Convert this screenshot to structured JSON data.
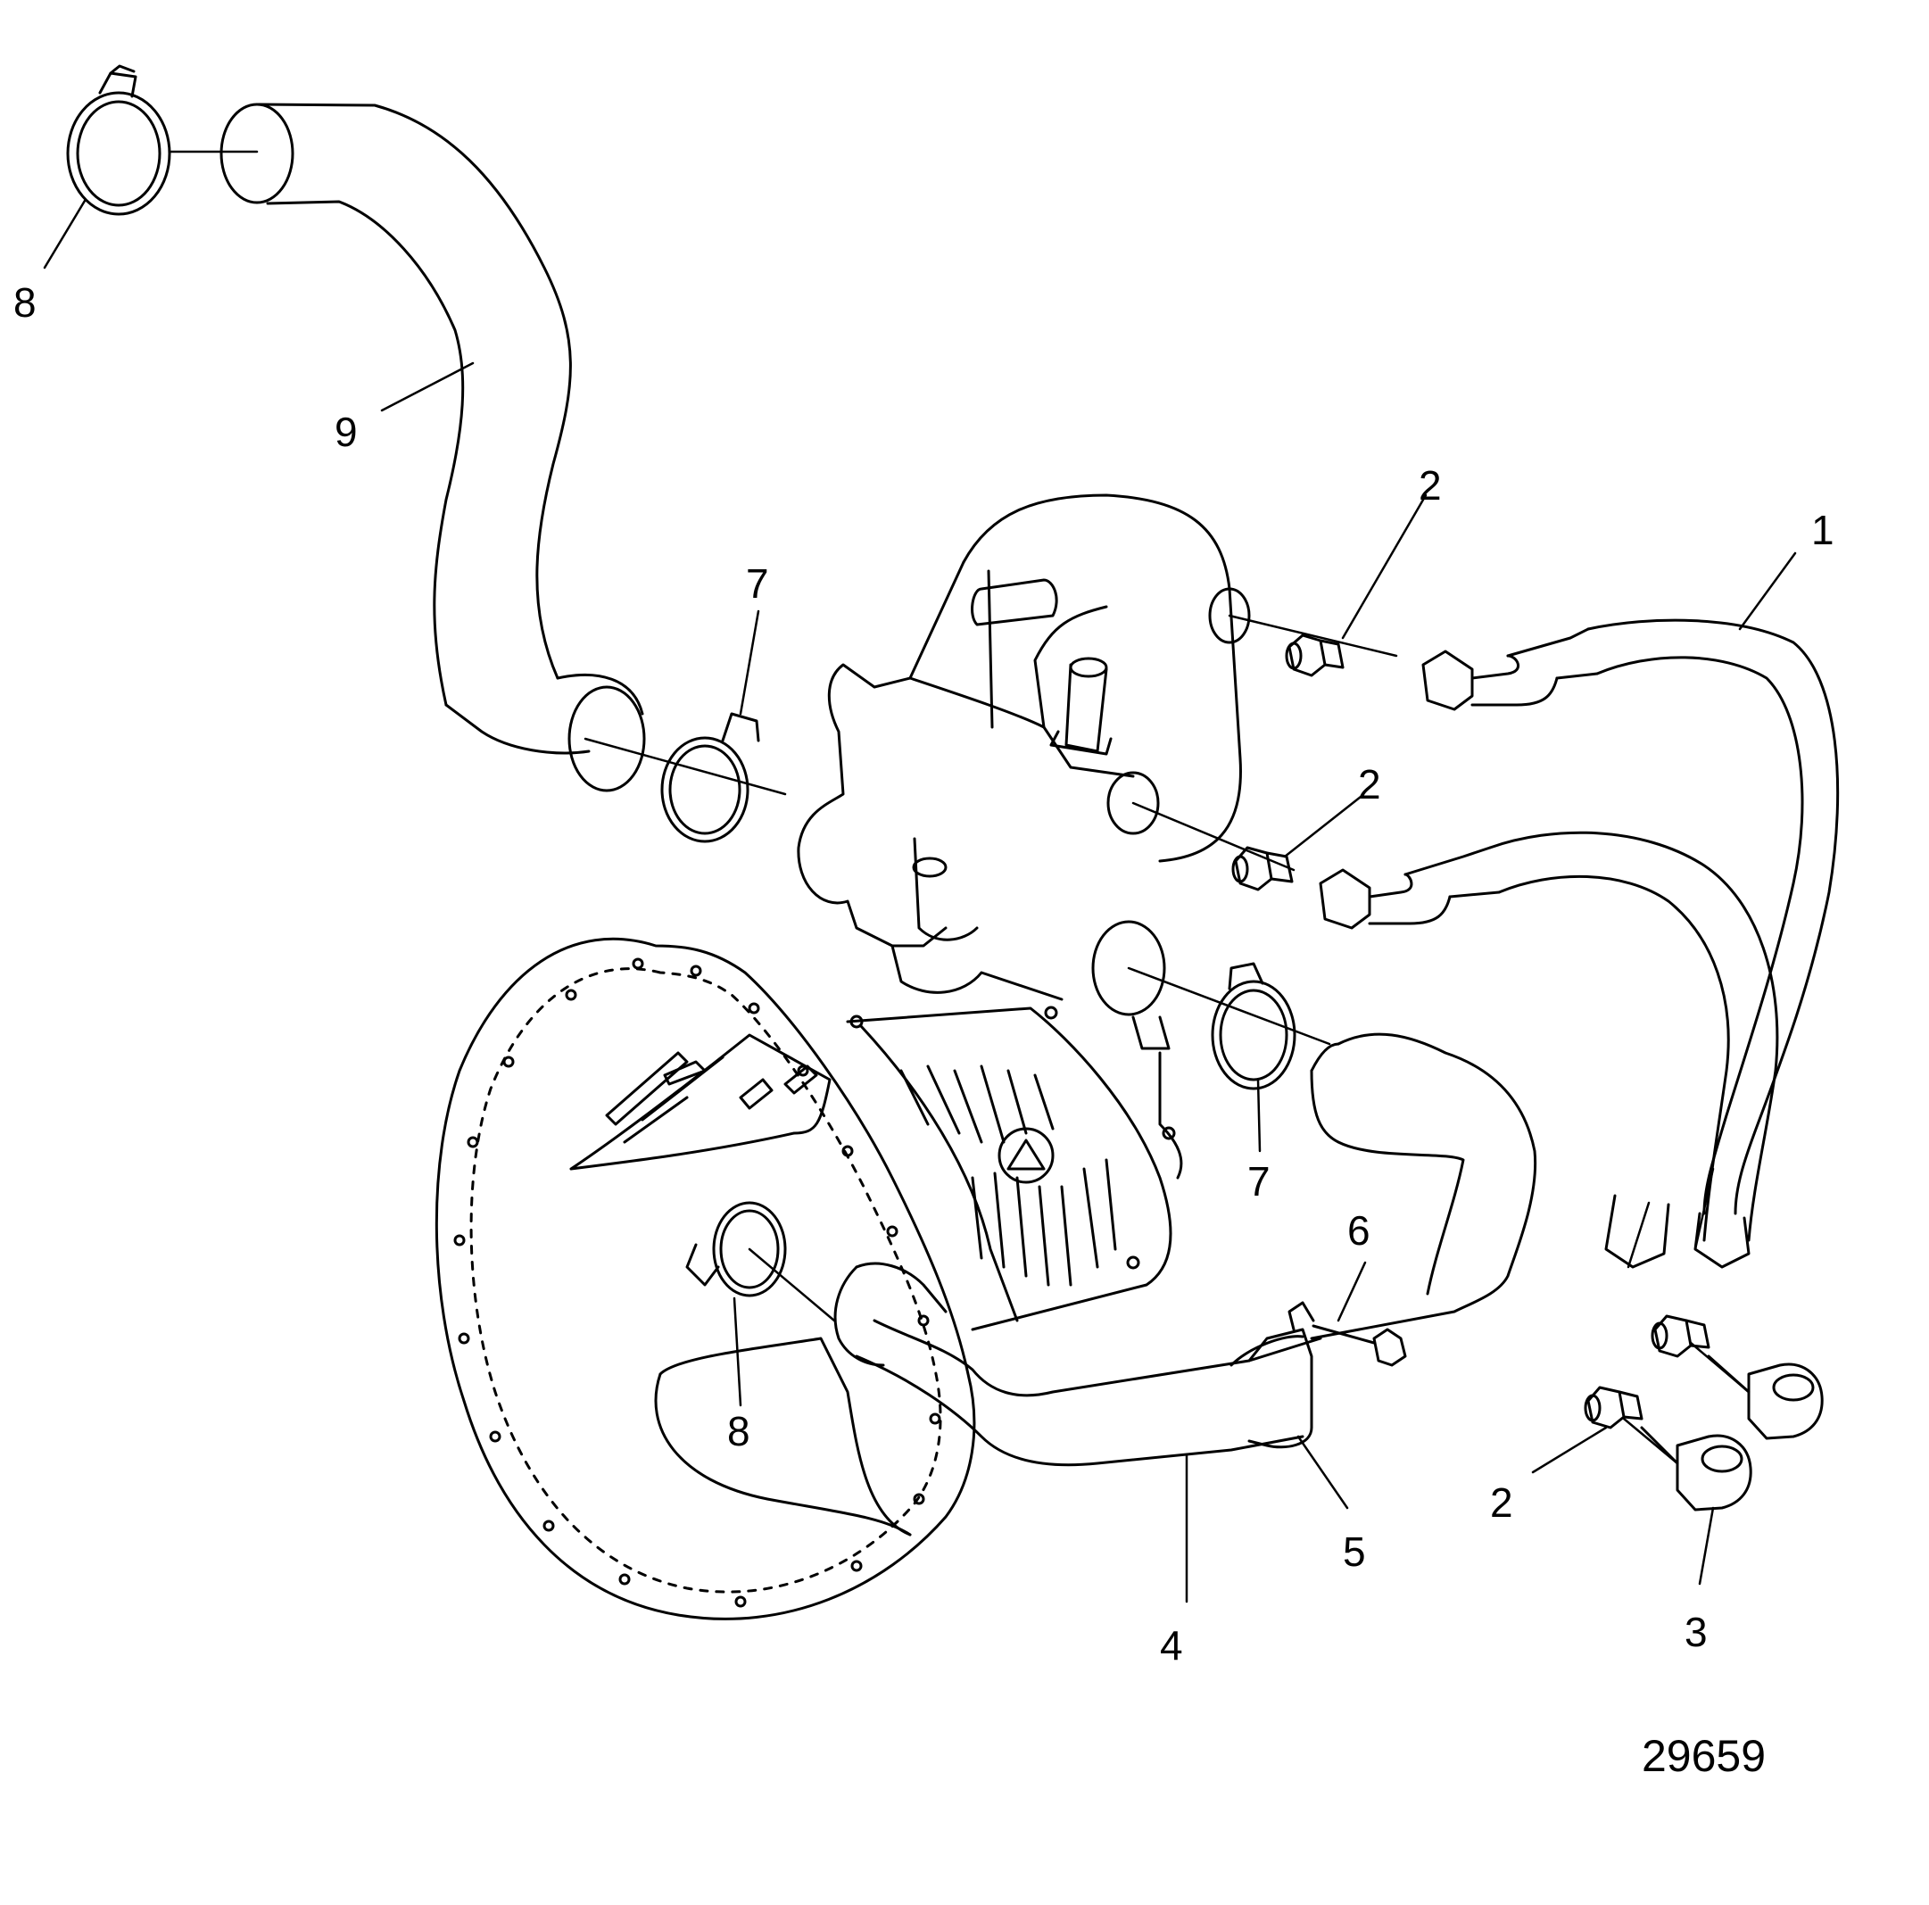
{
  "colors": {
    "line": "#000000",
    "background": "#ffffff"
  },
  "callouts": [
    {
      "id": "c1",
      "label": "1"
    },
    {
      "id": "c2a",
      "label": "2"
    },
    {
      "id": "c2b",
      "label": "2"
    },
    {
      "id": "c2c",
      "label": "2"
    },
    {
      "id": "c3",
      "label": "3"
    },
    {
      "id": "c4",
      "label": "4"
    },
    {
      "id": "c5",
      "label": "5"
    },
    {
      "id": "c6",
      "label": "6"
    },
    {
      "id": "c7a",
      "label": "7"
    },
    {
      "id": "c7b",
      "label": "7"
    },
    {
      "id": "c8a",
      "label": "8"
    },
    {
      "id": "c8b",
      "label": "8"
    },
    {
      "id": "c9",
      "label": "9"
    }
  ],
  "drawing_number": "29659"
}
